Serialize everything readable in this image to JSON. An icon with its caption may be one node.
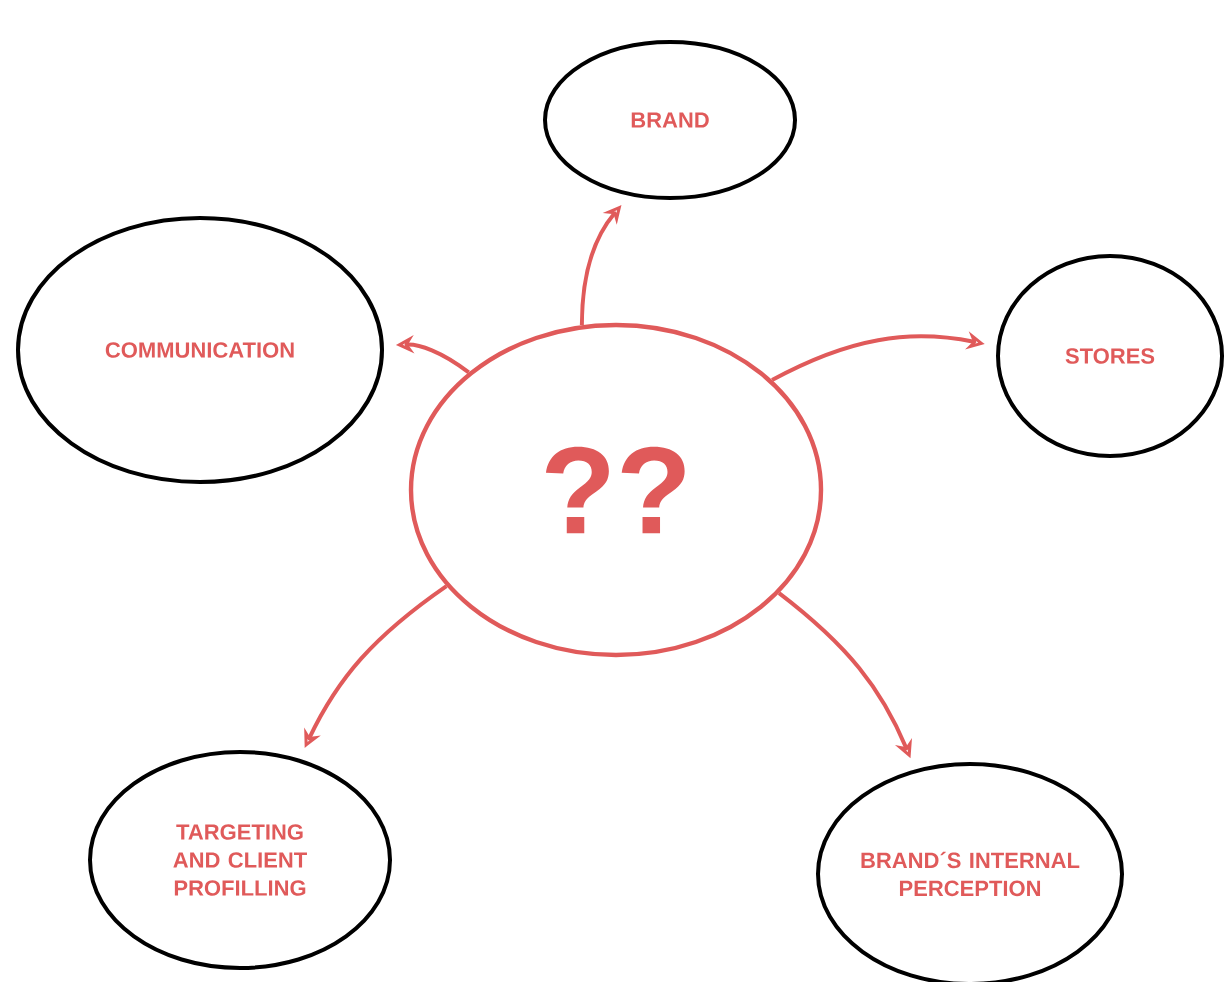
{
  "diagram": {
    "nodes": [
      {
        "text": [
          "??"
        ]
      },
      {
        "text": [
          "BRAND"
        ]
      },
      {
        "text": [
          "COMMUNICATION"
        ]
      },
      {
        "text": [
          "STORES"
        ]
      },
      {
        "text": [
          "TARGETING AND CLIENT PROFILLING"
        ]
      },
      {
        "text": [
          "BRAND´S INTERNAL PERCEPTION"
        ]
      }
    ],
    "edges": [
      {
        "from": 0,
        "to": 1,
        "arrow": "to"
      },
      {
        "from": 0,
        "to": 2,
        "arrow": "to"
      },
      {
        "from": 0,
        "to": 3,
        "arrow": "to"
      },
      {
        "from": 0,
        "to": 4,
        "arrow": "to"
      },
      {
        "from": 0,
        "to": 5,
        "arrow": "to"
      }
    ]
  }
}
